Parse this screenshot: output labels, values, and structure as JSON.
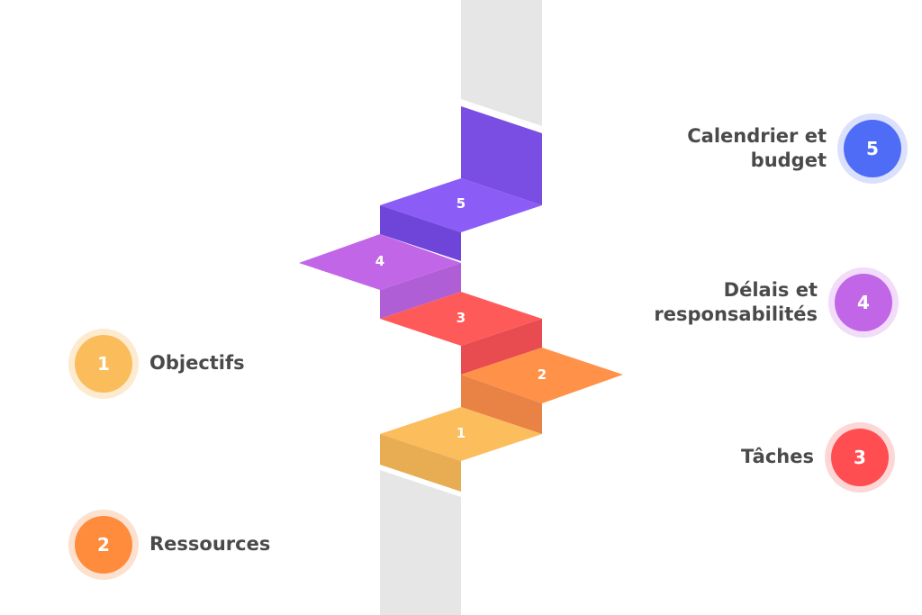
{
  "steps": [
    {
      "number": "1",
      "label": "Objectifs",
      "color": "#fbbd5c",
      "side": "left"
    },
    {
      "number": "2",
      "label": "Ressources",
      "color": "#ff8b3d",
      "side": "left"
    },
    {
      "number": "3",
      "label": "Tâches",
      "color": "#ff4d52",
      "side": "right"
    },
    {
      "number": "4",
      "label": "Délais et\nresponsabilités",
      "color": "#c266e8",
      "side": "right"
    },
    {
      "number": "5",
      "label": "Calendrier et\nbudget",
      "color": "#4f6cf7",
      "side": "right"
    }
  ],
  "colors": {
    "pillar": "#e6e6e6",
    "text": "#4a4a4a"
  }
}
